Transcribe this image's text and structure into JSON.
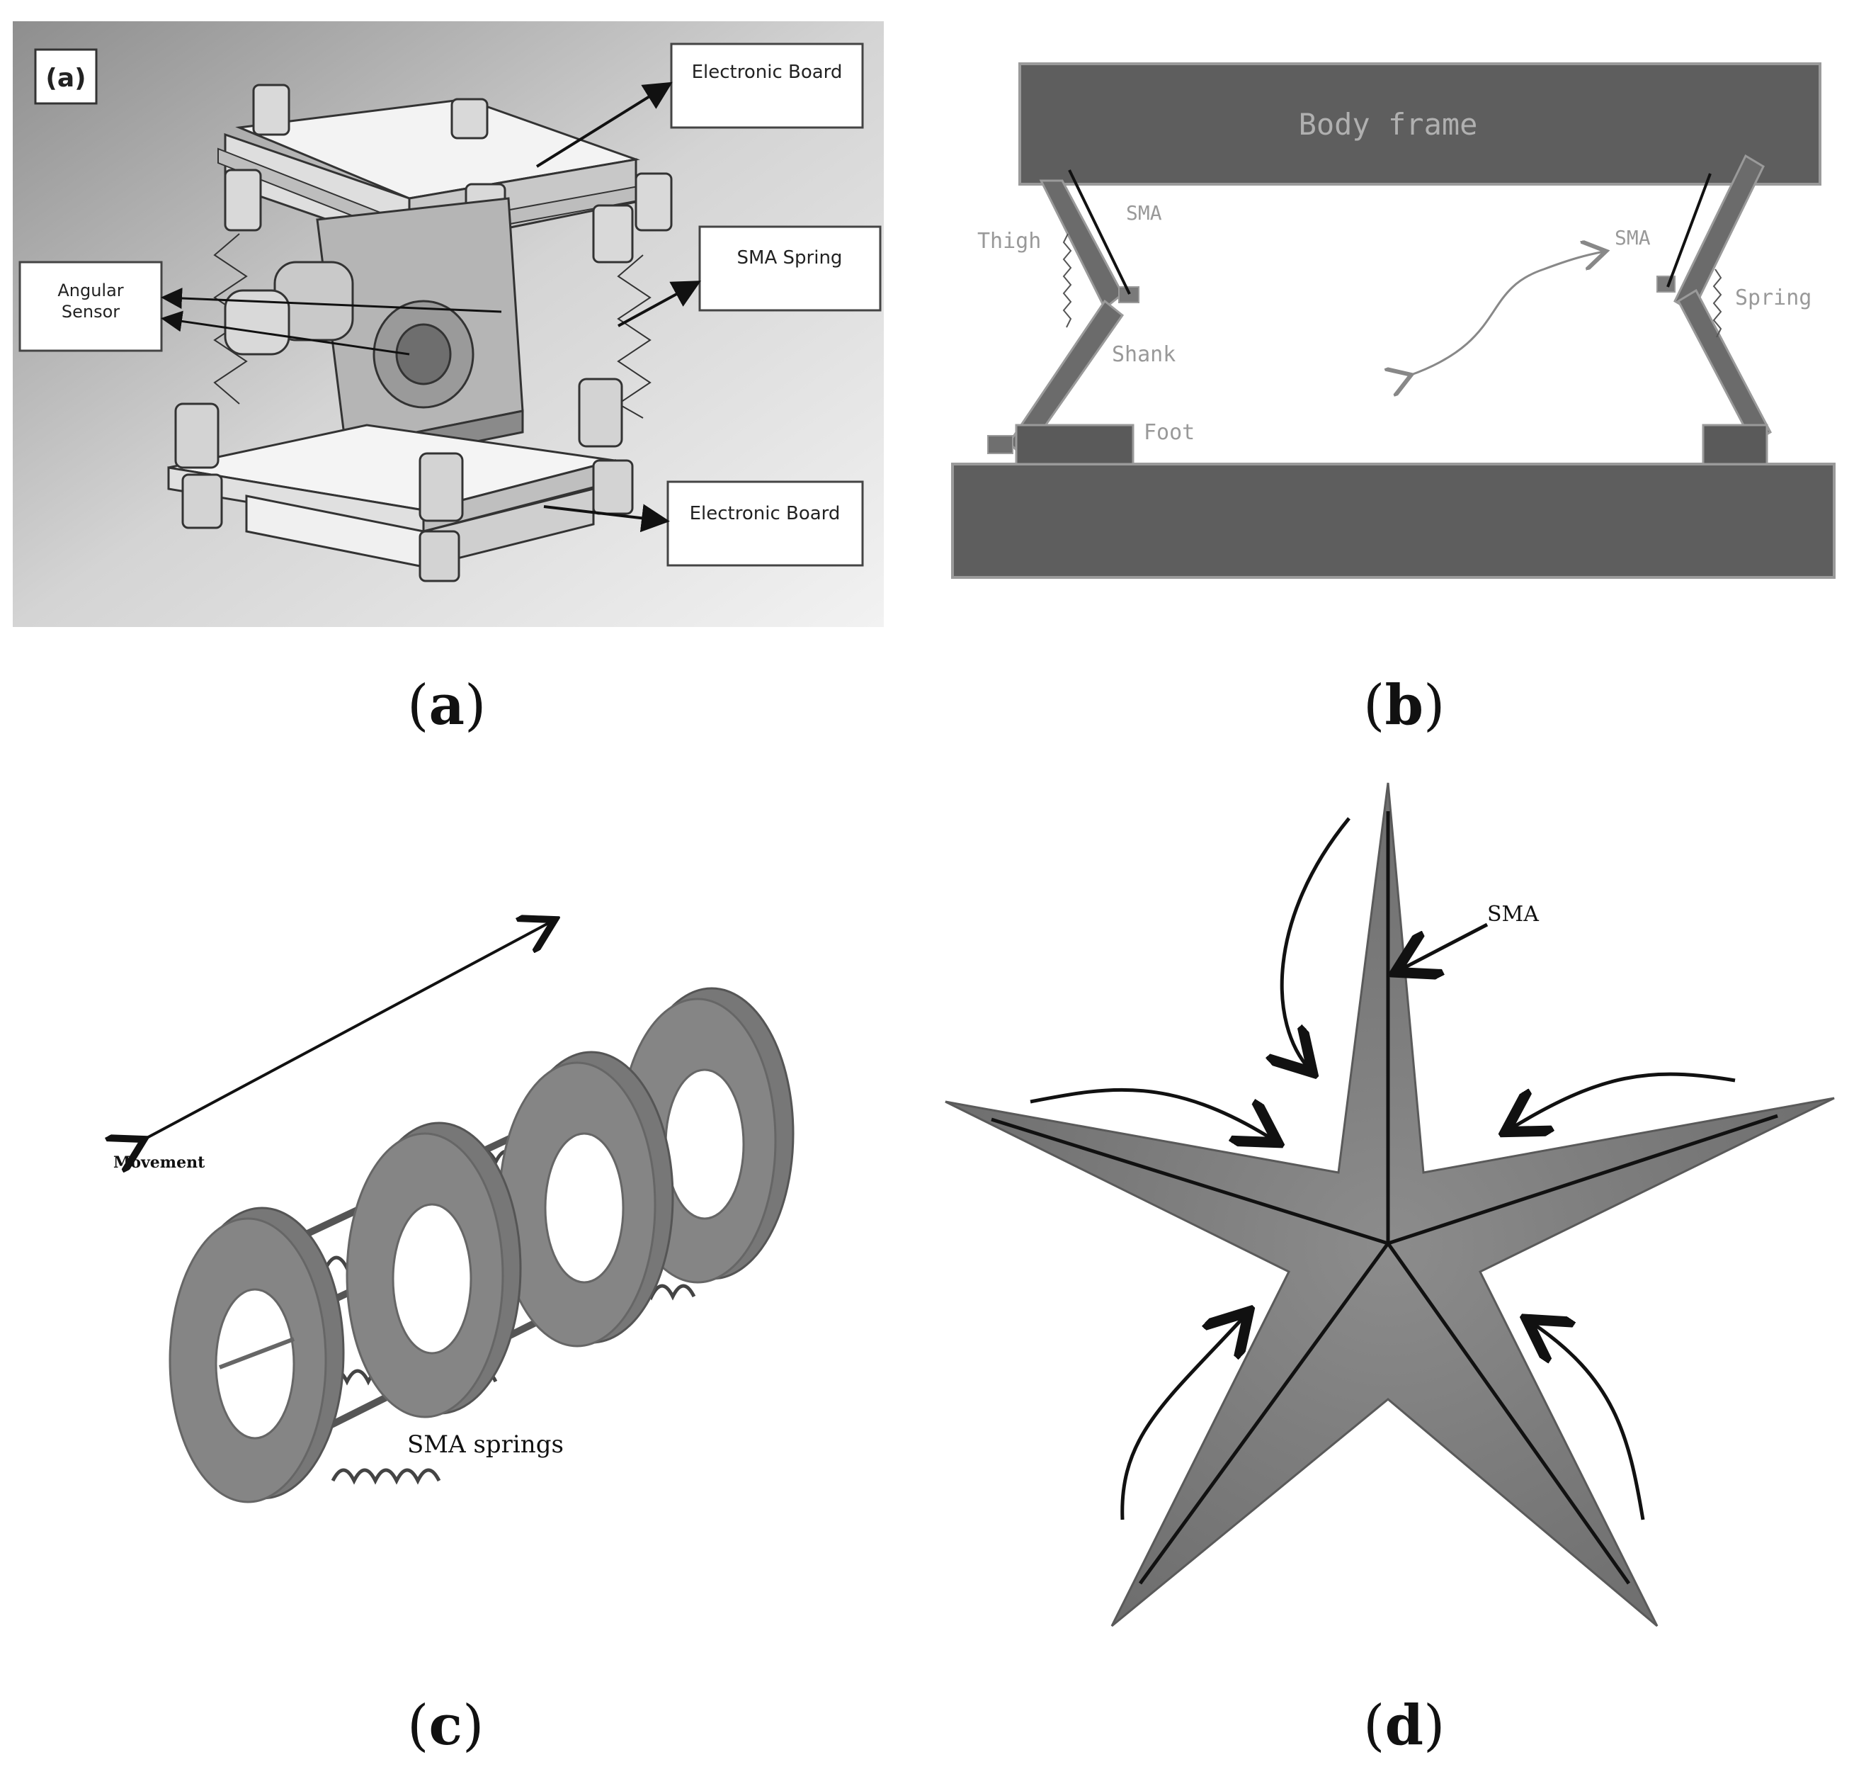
{
  "panel_a": {
    "tag": "(a)",
    "labels": {
      "electronic_board_top": "Electronic Board",
      "angular_sensor_line1": "Angular",
      "angular_sensor_line2": "Sensor",
      "sma_spring": "SMA Spring",
      "electronic_board_bottom": "Electronic Board"
    },
    "caption": "a"
  },
  "panel_b": {
    "labels": {
      "body_frame": "Body frame",
      "sma_left": "SMA",
      "thigh": "Thigh",
      "shank": "Shank",
      "foot": "Foot",
      "sma_right": "SMA",
      "spring": "Spring"
    },
    "caption": "b"
  },
  "panel_c": {
    "labels": {
      "movement": "Movement",
      "sma_springs": "SMA springs"
    },
    "caption": "c"
  },
  "panel_d": {
    "labels": {
      "sma": "SMA"
    },
    "caption": "d"
  }
}
